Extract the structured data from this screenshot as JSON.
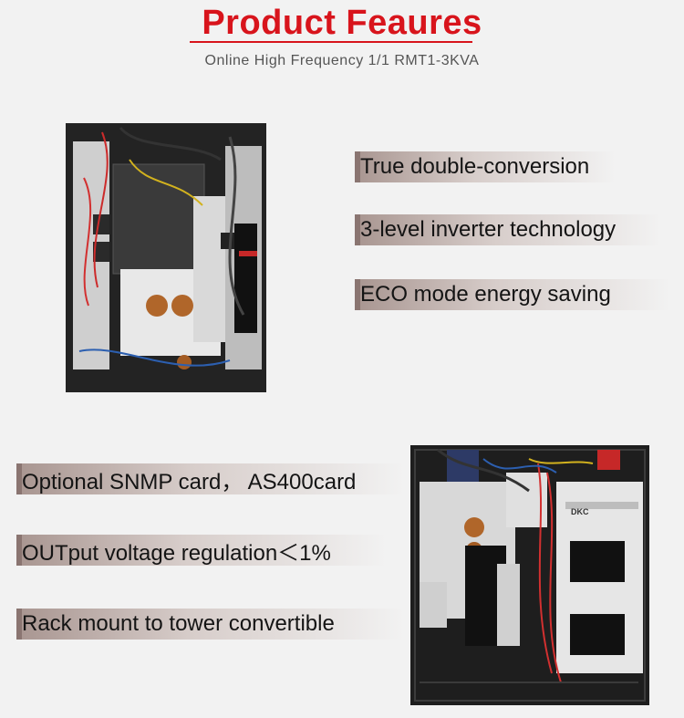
{
  "header": {
    "title": "Product Feaures",
    "subtitle": "Online High Frequency 1/1  RMT1-3KVA"
  },
  "features_top": [
    "True double-conversion",
    "3-level inverter technology",
    "ECO mode energy saving"
  ],
  "features_bottom": [
    "Optional SNMP card， AS400card",
    "OUTput voltage regulation＜1%",
    "Rack mount to tower convertible"
  ],
  "photo_bottom": {
    "brand_label": "DKC"
  },
  "colors": {
    "title_red": "#d8141c",
    "feature_gradient_start": "#a89590",
    "feature_gradient_end": "#f2f2f2"
  }
}
